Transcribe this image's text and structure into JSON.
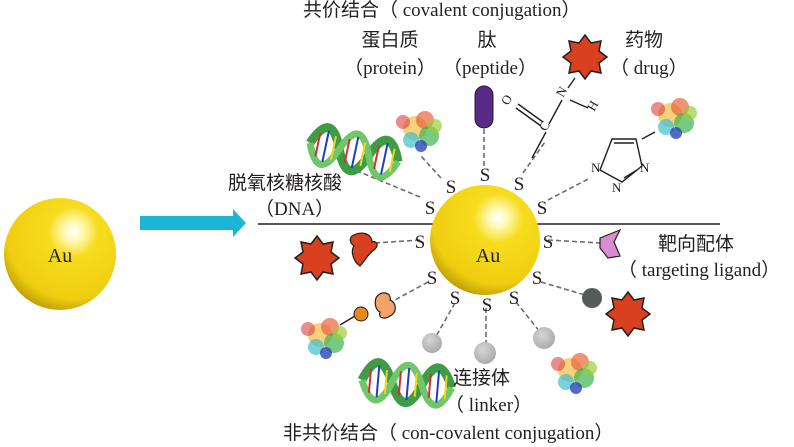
{
  "diagram": {
    "title_covalent": "共价结合（ covalent conjugation）",
    "title_noncovalent": "非共价结合（ con-covalent conjugation）",
    "core_label": "Au",
    "sulfur_label": "S",
    "chem_atoms": {
      "N": "N",
      "H": "H",
      "C": "C",
      "O": "O"
    },
    "labels": {
      "protein_zh": "蛋白质",
      "protein_en": "（protein）",
      "peptide_zh": "肽",
      "peptide_en": "（peptide）",
      "drug_zh": "药物",
      "drug_en": "（ drug）",
      "dna_zh": "脱氧核糖核酸",
      "dna_en": "（DNA）",
      "ligand_zh": "靶向配体",
      "ligand_en": "（ targeting ligand）",
      "linker_zh": "连接体",
      "linker_en": "（ linker）"
    },
    "colors": {
      "gold": "#f2d21b",
      "arrow": "#1bb5d6",
      "drug": "#d9401f",
      "peptide": "#5a2a8a",
      "ligand": "#d98ccf",
      "receptor_red": "#d9401f",
      "receptor_orange": "#f2a36a",
      "linker_grey": "#bdbdbd",
      "linker_dark": "#555a5a",
      "orange_ball": "#e68a1a",
      "dna_green": "#4caf50"
    }
  }
}
